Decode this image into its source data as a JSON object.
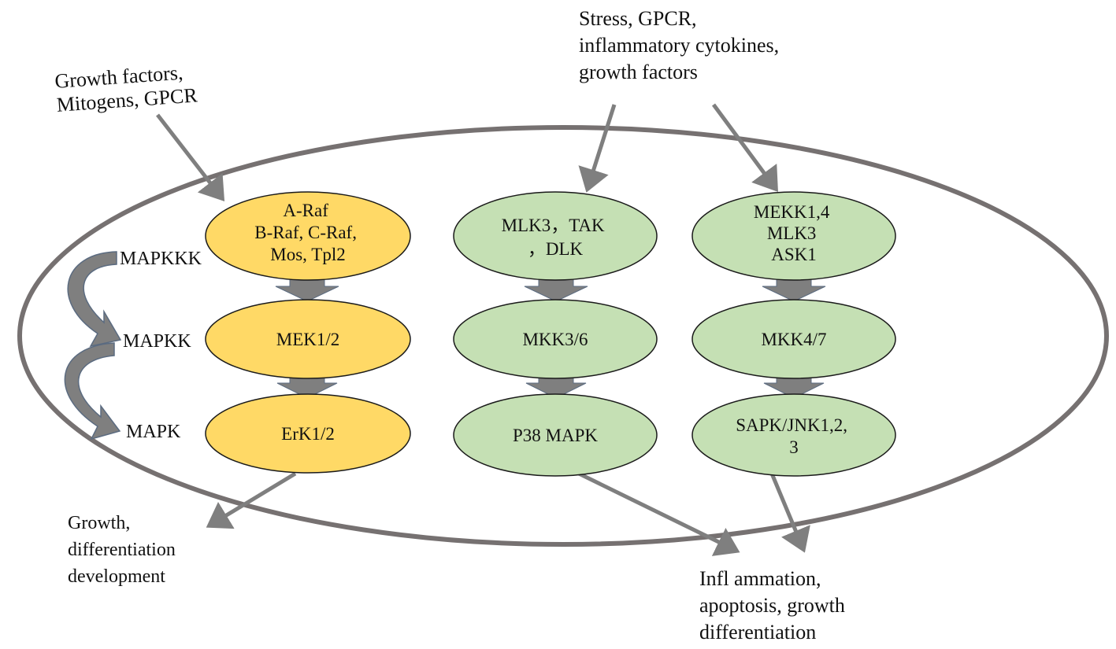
{
  "inputs": {
    "left": [
      "Growth factors,",
      "Mitogens, GPCR"
    ],
    "right": [
      "Stress, GPCR,",
      "inflammatory cytokines,",
      "growth factors"
    ]
  },
  "levels": {
    "mapkkk": "MAPKKK",
    "mapkk": "MAPKK",
    "mapk": "MAPK"
  },
  "pathways": {
    "erk": {
      "mapkkk": [
        "A-Raf",
        "B-Raf, C-Raf,",
        "Mos, Tpl2"
      ],
      "mapkk": [
        "MEK1/2"
      ],
      "mapk": [
        "ErK1/2"
      ]
    },
    "p38": {
      "mapkkk": [
        "MLK3，TAK",
        "，DLK"
      ],
      "mapkk": [
        "MKK3/6"
      ],
      "mapk": [
        "P38 MAPK"
      ]
    },
    "jnk": {
      "mapkkk": [
        "MEKK1,4",
        "MLK3",
        "ASK1"
      ],
      "mapkk": [
        "MKK4/7"
      ],
      "mapk": [
        "SAPK/JNK1,2,",
        "3"
      ]
    }
  },
  "outputs": {
    "left": [
      "Growth,",
      "differentiation",
      "development"
    ],
    "right": [
      "Infl ammation,",
      "apoptosis, growth",
      "differentiation"
    ]
  },
  "colors": {
    "erk_fill": "#FFD966",
    "stress_fill": "#C5E0B4",
    "node_stroke": "#1a1a1a",
    "cell_stroke": "#767171",
    "arrow": "#7F7F7F",
    "curve_arrow": "#6b7a8f"
  }
}
